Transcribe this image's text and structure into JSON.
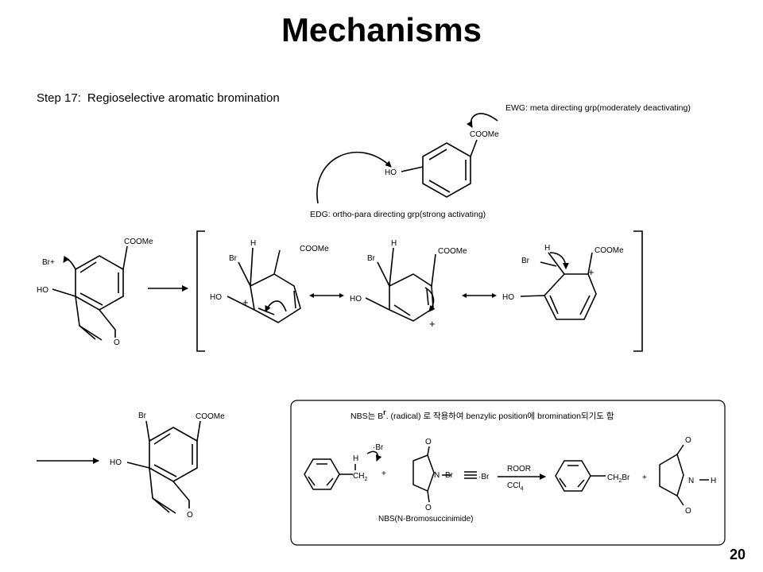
{
  "title": "Mechanisms",
  "page_number": "20",
  "step": {
    "label": "Step 17",
    "separator": ":",
    "description": "Regioselective aromatic bromination"
  },
  "directing_example": {
    "ewg_note": "EWG: meta directing grp(moderately deactivating)",
    "edg_note": "EDG: ortho-para directing grp(strong activating)",
    "ester": "COOMe",
    "hydroxyl": "HO"
  },
  "labels": {
    "coome": "COOMe",
    "ho": "HO",
    "br": "Br",
    "br_plus": "Br+",
    "h": "H",
    "o": "O",
    "plus": "+"
  },
  "nbs_box": {
    "note_prefix": "NBS는 B",
    "note_radical_mark": "r",
    "note_suffix": ". (radical) 로 작용하여 benzylic position에 bromination되기도 함",
    "br_radical": "·Br",
    "h": "H",
    "ch2": "CH",
    "sub_2": "2",
    "plus": "+",
    "n": "N",
    "br": "Br",
    "o": "O",
    "conditions_top": "ROOR",
    "conditions_bottom_main": "CCl",
    "conditions_bottom_sub": "4",
    "product": "CH",
    "product_sub": "2",
    "product_br": "Br",
    "nh": "H",
    "nbs_name": "NBS(N-Bromosuccinimide)"
  }
}
